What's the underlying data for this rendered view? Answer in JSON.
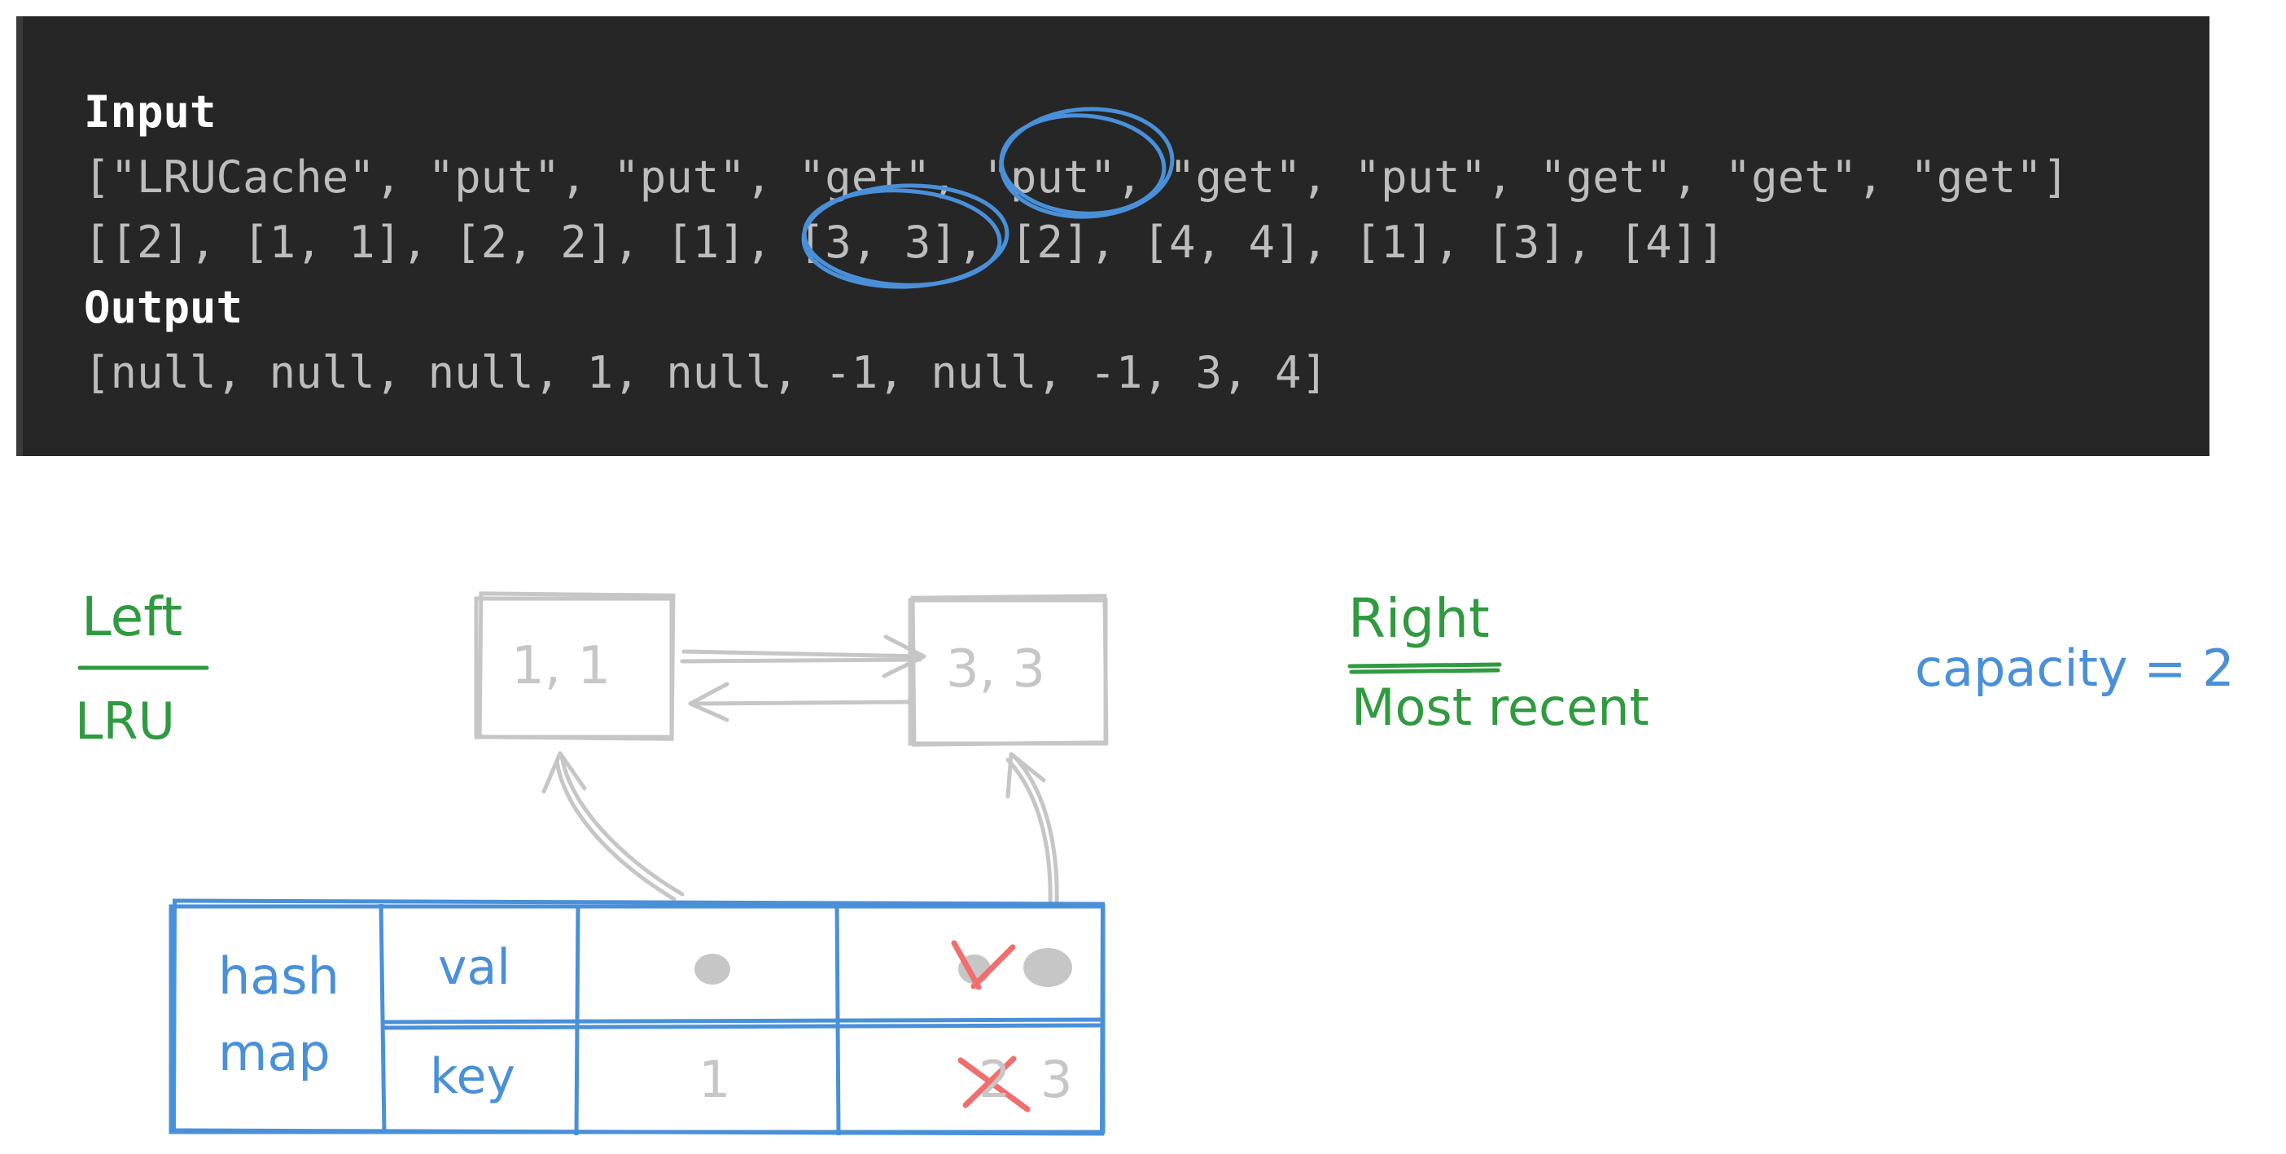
{
  "code": {
    "input_heading": "Input",
    "operations_line": "[\"LRUCache\", \"put\", \"put\", \"get\", \"put\", \"get\", \"put\", \"get\", \"get\", \"get\"]",
    "arguments_line": "[[2], [1, 1], [2, 2], [1], [3, 3], [2], [4, 4], [1], [3], [4]]",
    "output_heading": "Output",
    "output_line": "[null, null, null, 1, null, -1, null, -1, 3, 4]"
  },
  "diagram": {
    "left_label": "Left",
    "left_sublabel": "LRU",
    "right_label": "Right",
    "right_sublabel": "Most recent",
    "capacity_label": "capacity = 2",
    "nodes": [
      {
        "label": "1, 1"
      },
      {
        "label": "3, 3"
      }
    ],
    "hashmap": {
      "title_line1": "hash",
      "title_line2": "map",
      "val_label": "val",
      "key_label": "key",
      "key_cells": [
        {
          "value": "1"
        },
        {
          "old_value": "2",
          "value": "3"
        }
      ]
    },
    "colors": {
      "green": "#2f9a3f",
      "blue": "#4a90d9",
      "highlight_circle": "#4a90d9",
      "node_gray": "#c6c6c6",
      "strike_red": "#f06e6e"
    }
  }
}
